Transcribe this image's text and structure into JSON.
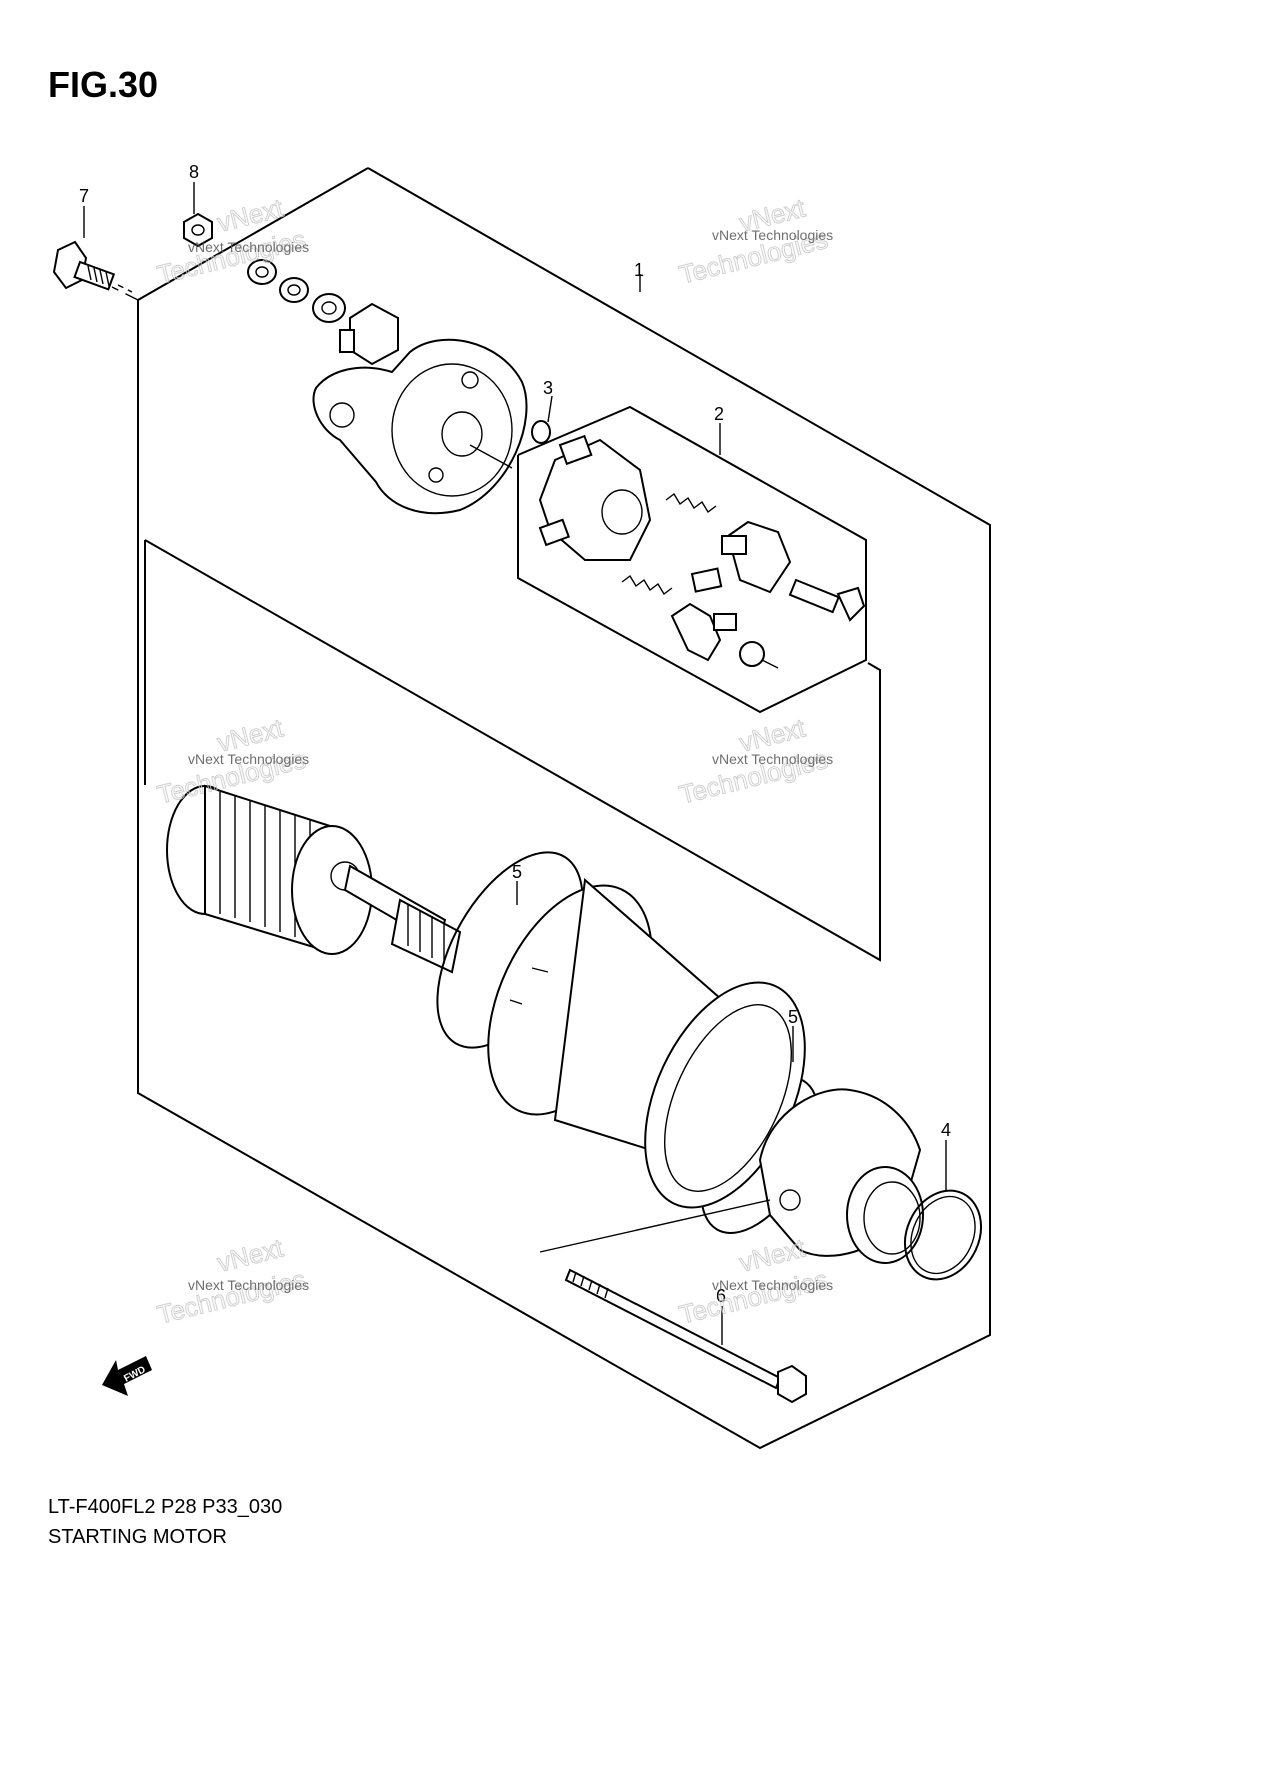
{
  "figure": {
    "title": "FIG.30"
  },
  "callouts": {
    "c1": "1",
    "c2": "2",
    "c3": "3",
    "c4": "4",
    "c5a": "5",
    "c5b": "5",
    "c6": "6",
    "c7": "7",
    "c8": "8"
  },
  "fwd_label": "FWD",
  "watermark": {
    "small_text": "vNext Technologies",
    "big_line1": "vNext",
    "big_line2": "Technologies"
  },
  "caption": {
    "code": "LT-F400FL2 P28 P33_030",
    "name": "STARTING MOTOR"
  }
}
